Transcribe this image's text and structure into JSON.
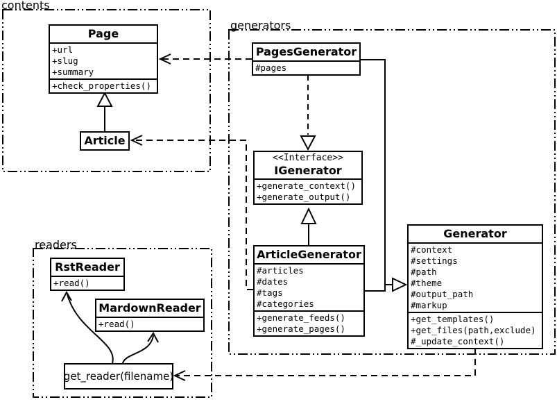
{
  "packages": {
    "contents": {
      "label": "contents"
    },
    "generators": {
      "label": "generators"
    },
    "readers": {
      "label": "readers"
    }
  },
  "classes": {
    "page": {
      "title": "Page",
      "attributes": [
        "+url",
        "+slug",
        "+summary"
      ],
      "methods": [
        "+check_properties()"
      ]
    },
    "article": {
      "title": "Article"
    },
    "pages_generator": {
      "title": "PagesGenerator",
      "attributes": [
        "#pages"
      ]
    },
    "igenerator": {
      "stereotype": "<<Interface>>",
      "title": "IGenerator",
      "methods": [
        "+generate_context()",
        "+generate_output()"
      ]
    },
    "article_generator": {
      "title": "ArticleGenerator",
      "attributes": [
        "#articles",
        "#dates",
        "#tags",
        "#categories"
      ],
      "methods": [
        "+generate_feeds()",
        "+generate_pages()"
      ]
    },
    "generator": {
      "title": "Generator",
      "attributes": [
        "#context",
        "#settings",
        "#path",
        "#theme",
        "#output_path",
        "#markup"
      ],
      "methods": [
        "+get_templates()",
        "+get_files(path,exclude)",
        "#_update_context()"
      ]
    },
    "rst_reader": {
      "title": "RstReader",
      "methods": [
        "+read()"
      ]
    },
    "markdown_reader": {
      "title": "MardownReader",
      "methods": [
        "+read()"
      ]
    },
    "get_reader": {
      "label": "get_reader(filename)"
    }
  },
  "relationships": [
    {
      "type": "generalization",
      "from": "Article",
      "to": "Page"
    },
    {
      "type": "realization",
      "from": "PagesGenerator",
      "to": "IGenerator"
    },
    {
      "type": "generalization",
      "from": "ArticleGenerator",
      "to": "IGenerator"
    },
    {
      "type": "generalization",
      "from": "PagesGenerator",
      "to": "Generator"
    },
    {
      "type": "generalization",
      "from": "ArticleGenerator",
      "to": "Generator"
    },
    {
      "type": "dependency",
      "from": "PagesGenerator",
      "to": "Page"
    },
    {
      "type": "dependency",
      "from": "ArticleGenerator",
      "to": "Article"
    },
    {
      "type": "dependency",
      "from": "Generator",
      "to": "get_reader(filename)"
    },
    {
      "type": "arrow",
      "from": "get_reader(filename)",
      "to": "RstReader"
    },
    {
      "type": "arrow",
      "from": "get_reader(filename)",
      "to": "MardownReader"
    }
  ],
  "colors": {
    "line": "#000000",
    "background": "#ffffff"
  }
}
